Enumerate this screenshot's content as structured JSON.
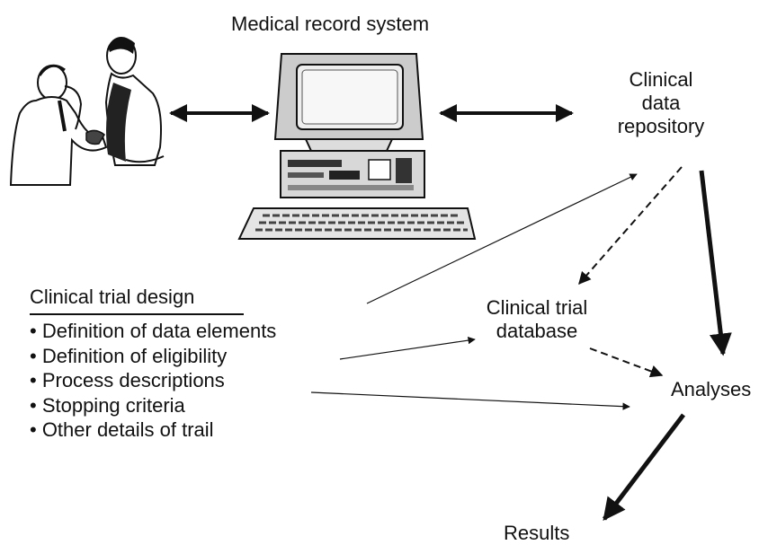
{
  "labels": {
    "medical_record_system": "Medical record system",
    "clinical_data_repository": [
      "Clinical",
      "data",
      "repository"
    ],
    "clinical_trial_database": [
      "Clinical trial",
      "database"
    ],
    "analyses": "Analyses",
    "results": "Results"
  },
  "design": {
    "title": "Clinical trial design",
    "items": [
      "• Definition of data elements",
      "• Definition of eligibility",
      "• Process descriptions",
      "• Stopping criteria",
      "• Other details of trail"
    ]
  }
}
